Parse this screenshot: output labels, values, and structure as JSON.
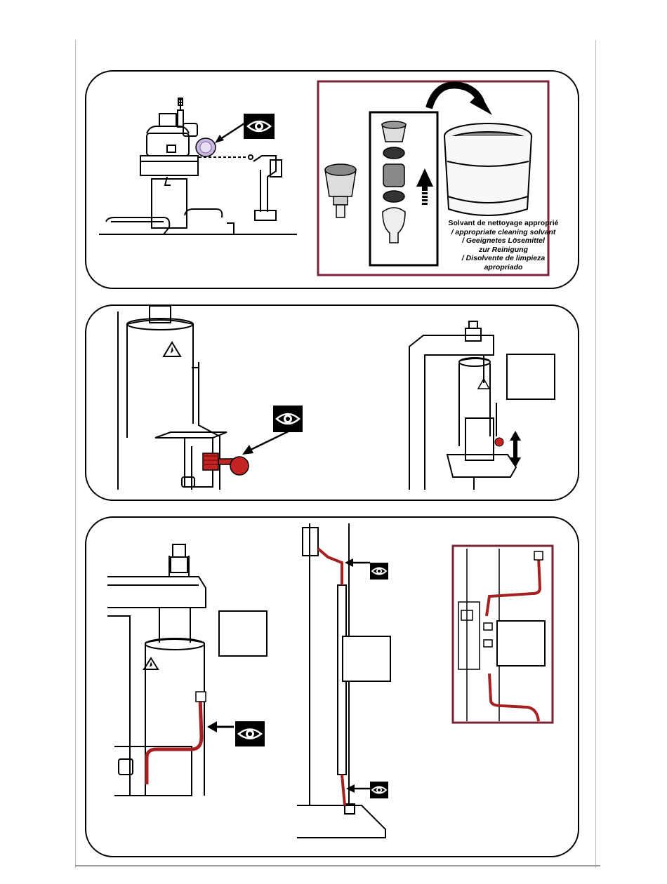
{
  "document": {
    "panels": [
      {
        "id": "panel-1",
        "description_items": [
          "filter-assembly",
          "filter-parts",
          "solvent-bucket"
        ]
      },
      {
        "id": "panel-2",
        "description_items": [
          "cylinder-valve",
          "lever-handle"
        ]
      },
      {
        "id": "panel-3",
        "description_items": [
          "hydraulic-hose-left",
          "hose-column",
          "hose-detail"
        ]
      }
    ],
    "solvent_caption": {
      "line1": "Solvant de nettoyage approprié",
      "line2": "/ appropriate cleaning solvant",
      "line3": "/ Geeignetes Lösemittel",
      "line4": "zur Reinigung",
      "line5": "/ Disolvente de limpieza",
      "line6": "apropriado"
    },
    "colors": {
      "highlight_frame": "#7a2236",
      "hose": "#a6201f",
      "knob": "#c42323",
      "filter_glow": "#c9b6e4"
    },
    "icons": [
      "eye-icon",
      "arrow-up-icon",
      "curved-arrow-icon",
      "warning-triangle-icon",
      "double-arrow-icon"
    ]
  }
}
